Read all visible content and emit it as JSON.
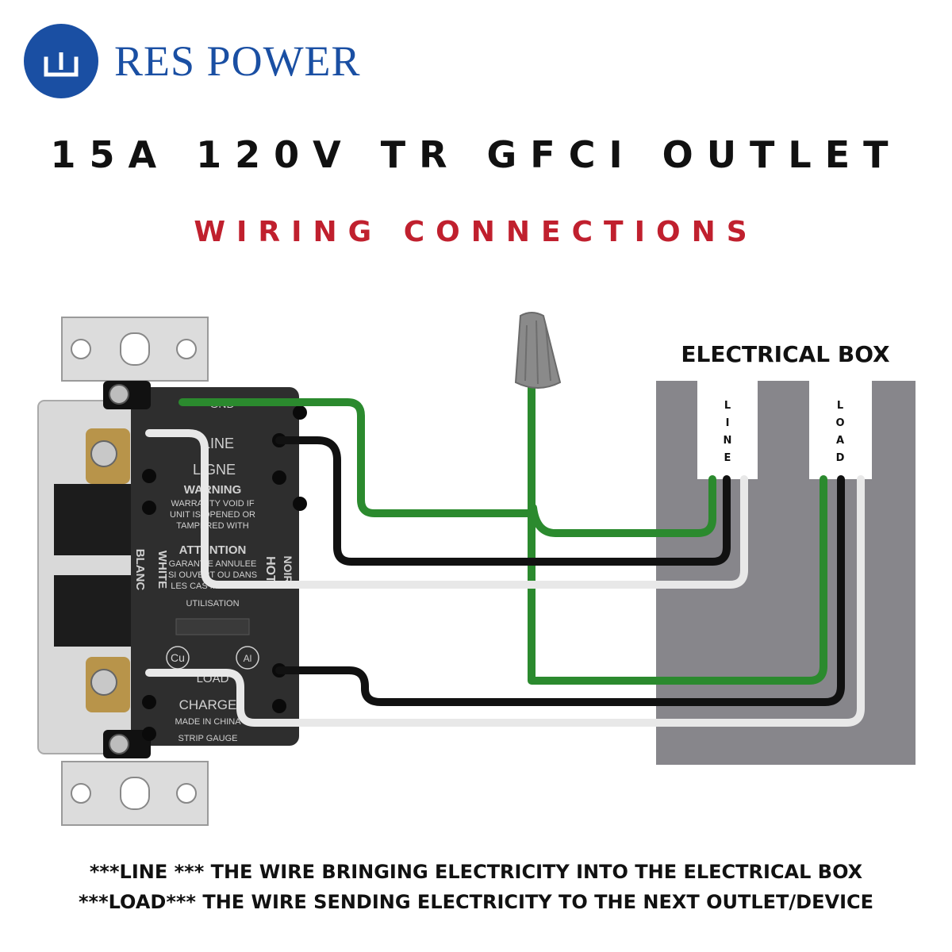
{
  "brand": {
    "name": "RES POWER",
    "logo_icon": "power-outlet-logo-icon",
    "color": "#1a4fa3"
  },
  "title": "15A 120V TR GFCI OUTLET",
  "subtitle": "WIRING CONNECTIONS",
  "colors": {
    "accent": "#c0202e",
    "box": "#87868b",
    "hot": "#111111",
    "neutral": "#e8e8e8",
    "ground": "#2b8a2e",
    "outlet_body": "#2e2e2e"
  },
  "electrical_box": {
    "title": "ELECTRICAL BOX",
    "line_label": "LINE",
    "load_label": "LOAD"
  },
  "outlet_back": {
    "gnd": "GND",
    "line": "LINE",
    "ligne": "LIGNE",
    "warning": "WARNING",
    "warning_text_1": "WARRANTY VOID IF",
    "warning_text_2": "UNIT IS OPENED OR",
    "warning_text_3": "TAMPERED WITH",
    "attention": "ATTENTION",
    "attention_text_1": "GARANTIE ANNULEE",
    "attention_text_2": "SI OUVERT OU DANS",
    "attention_text_3": "LES CAS MAUVAISE",
    "attention_text_4": "UTILISATION",
    "white": "WHITE",
    "blanc": "BLANC",
    "hot": "HOT",
    "noir": "NOIR",
    "cu": "Cu",
    "al": "Al",
    "load": "LOAD",
    "charge": "CHARGE",
    "made_in": "MADE IN CHINA",
    "strip_gauge": "STRIP GAUGE"
  },
  "footnotes": {
    "line_note": "***LINE *** THE WIRE BRINGING ELECTRICITY INTO THE ELECTRICAL BOX",
    "load_note": "***LOAD*** THE WIRE SENDING ELECTRICITY TO THE NEXT OUTLET/DEVICE"
  }
}
